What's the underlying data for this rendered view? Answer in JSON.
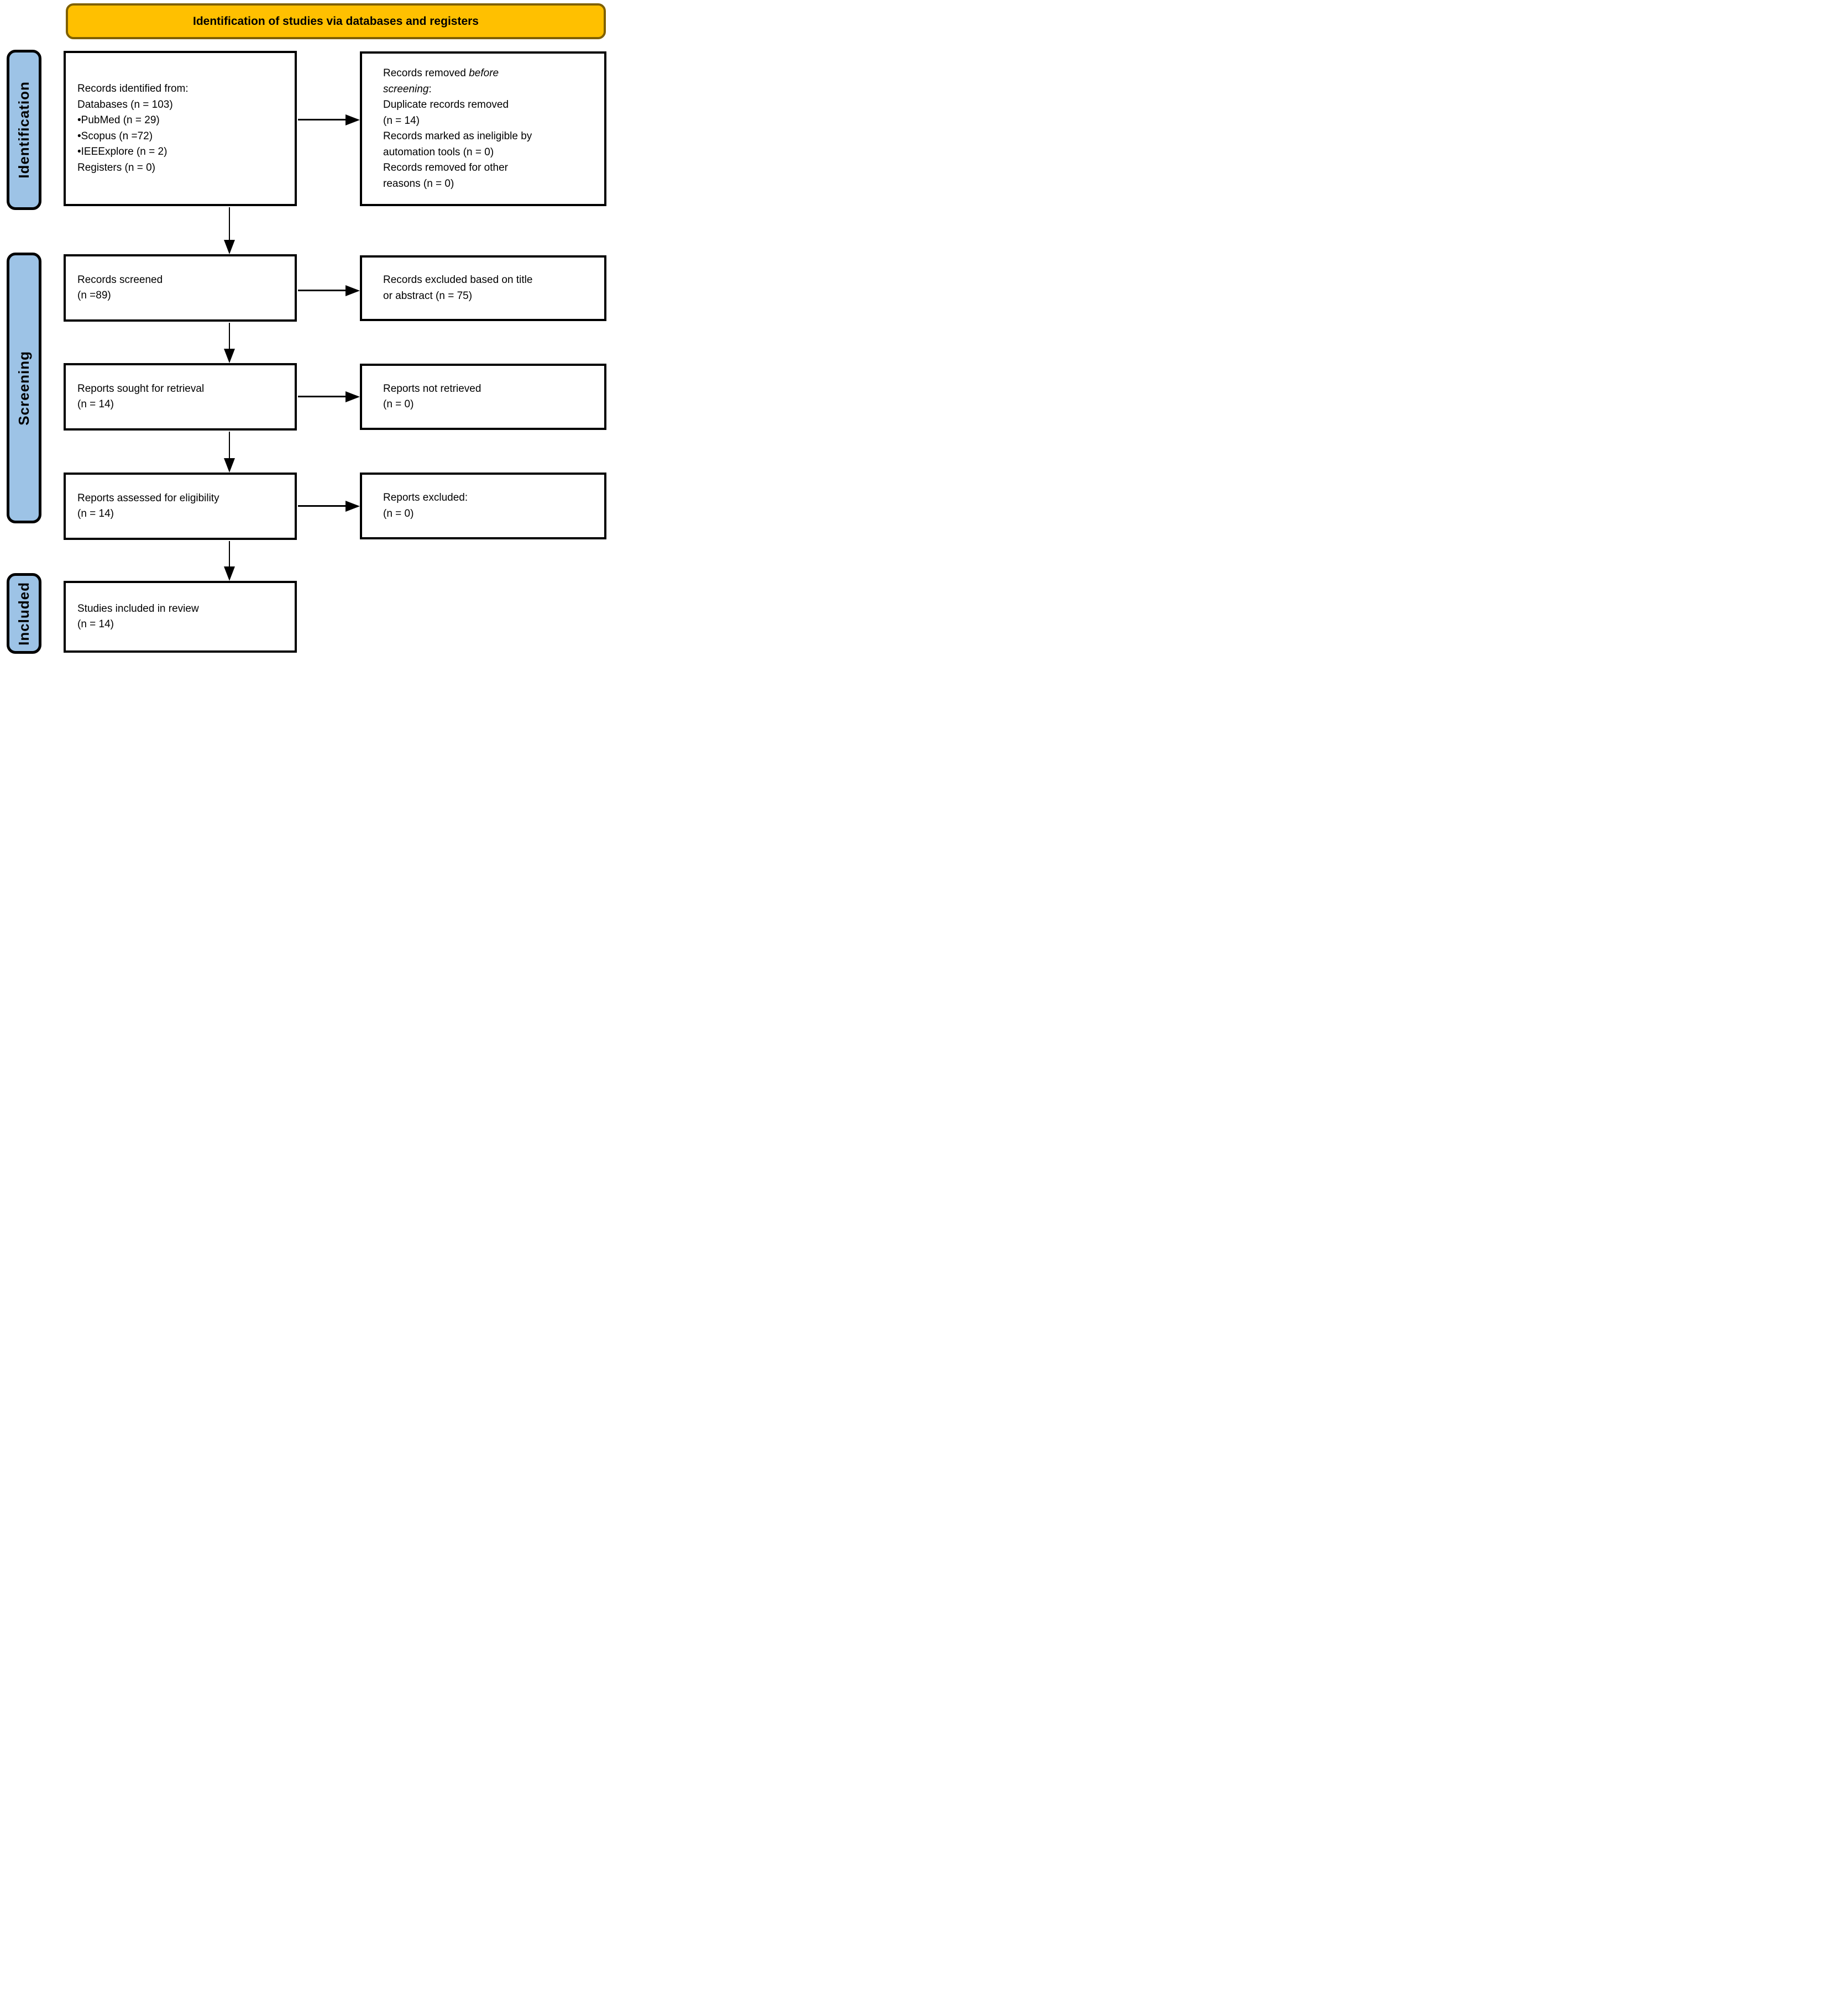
{
  "title": "Identification of studies via databases and registers",
  "colors": {
    "banner_fill": "#FFC000",
    "banner_border": "#7F6000",
    "stage_fill": "#9DC3E6"
  },
  "stages": {
    "identification": "Identification",
    "screening": "Screening",
    "included": "Included"
  },
  "boxes": {
    "records_identified": "Records identified from:\nDatabases (n = 103)\n•PubMed (n = 29)\n•Scopus (n =72)\n•IEEExplore (n = 2)\nRegisters (n = 0)",
    "records_removed": {
      "prefix": "Records removed ",
      "italic": "before\nscreening",
      "suffix": ":\nDuplicate records removed\n(n = 14)\nRecords marked as ineligible by\nautomation tools (n = 0)\nRecords removed for other\nreasons (n = 0)"
    },
    "records_screened": "Records screened\n(n =89)",
    "records_excluded": "Records excluded based on title\nor abstract (n = 75)",
    "reports_sought": "Reports sought for retrieval\n(n = 14)",
    "reports_not_retrieved": "Reports not retrieved\n(n = 0)",
    "reports_assessed": "Reports assessed for eligibility\n(n = 14)",
    "reports_excluded": "Reports excluded:\n(n = 0)",
    "studies_included": "Studies included in review\n(n = 14)"
  }
}
